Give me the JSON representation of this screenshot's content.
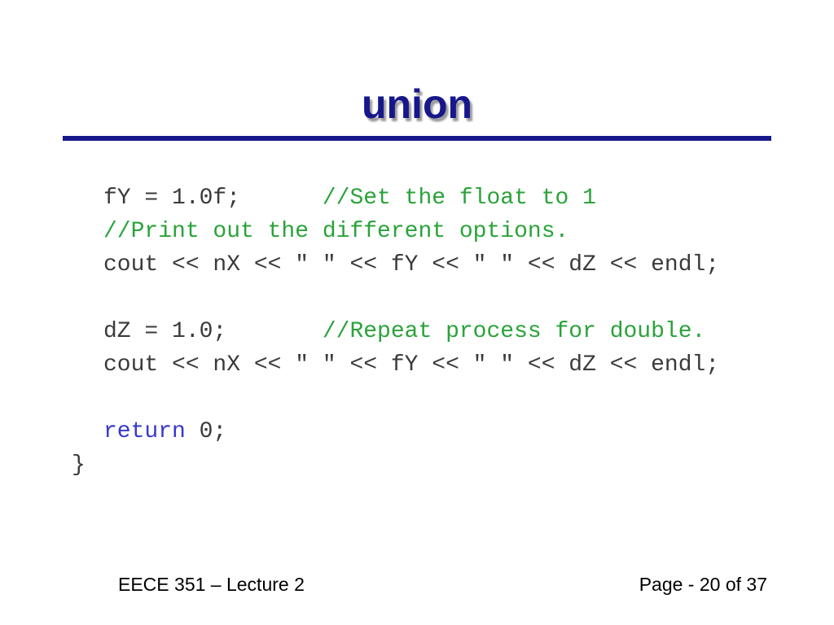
{
  "slide": {
    "title": "union",
    "footer_left": "EECE 351 – Lecture 2",
    "footer_right": "Page - 20 of 37"
  },
  "colors": {
    "navy": "#17178C",
    "shadow": "#9a9a9a",
    "code": "#3A3A3A",
    "comment": "#2AA33A",
    "keyword": "#3838CC",
    "footer": "#000000"
  },
  "code": {
    "lines": [
      {
        "indented": true,
        "segments": [
          {
            "role": "code",
            "text": "fY = 1.0f;      "
          },
          {
            "role": "comment",
            "text": "//Set the float to 1"
          }
        ]
      },
      {
        "indented": true,
        "segments": [
          {
            "role": "comment",
            "text": "//Print out the different options."
          }
        ]
      },
      {
        "indented": true,
        "segments": [
          {
            "role": "code",
            "text": "cout << nX << \" \" << fY << \" \" << dZ << endl;"
          }
        ]
      },
      {
        "indented": true,
        "segments": []
      },
      {
        "indented": true,
        "segments": [
          {
            "role": "code",
            "text": "dZ = 1.0;       "
          },
          {
            "role": "comment",
            "text": "//Repeat process for double."
          }
        ]
      },
      {
        "indented": true,
        "segments": [
          {
            "role": "code",
            "text": "cout << nX << \" \" << fY << \" \" << dZ << endl;"
          }
        ]
      },
      {
        "indented": true,
        "segments": []
      },
      {
        "indented": true,
        "segments": [
          {
            "role": "keyword",
            "text": "return"
          },
          {
            "role": "code",
            "text": " 0;"
          }
        ]
      },
      {
        "indented": false,
        "segments": [
          {
            "role": "code",
            "text": "}"
          }
        ]
      }
    ]
  }
}
